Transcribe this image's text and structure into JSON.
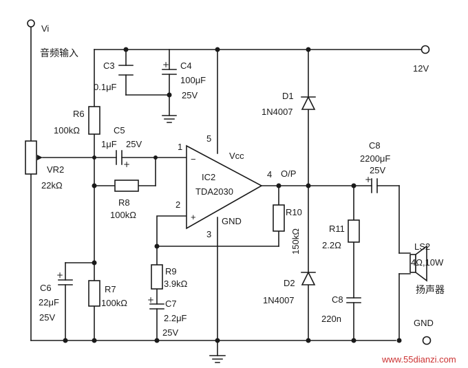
{
  "terminals": {
    "vi": "Vi",
    "vi_caption": "音频输入",
    "supply": "12V",
    "gnd": "GND"
  },
  "ic": {
    "designator": "IC2",
    "part": "TDA2030",
    "vcc": "Vcc",
    "gnd": "GND",
    "output": "O/P",
    "pin1": "1",
    "pin2": "2",
    "pin3": "3",
    "pin4": "4",
    "pin5": "5",
    "minus": "−",
    "plus": "+"
  },
  "components": {
    "c3": {
      "name": "C3",
      "value": "0.1μF"
    },
    "c4": {
      "name": "C4",
      "value": "100μF",
      "rating": "25V"
    },
    "d1": {
      "name": "D1",
      "part": "1N4007"
    },
    "r6": {
      "name": "R6",
      "value": "100kΩ"
    },
    "c5": {
      "name": "C5",
      "value": "1μF",
      "rating": "25V"
    },
    "vr2": {
      "name": "VR2",
      "value": "22kΩ"
    },
    "r8": {
      "name": "R8",
      "value": "100kΩ"
    },
    "r10": {
      "name": "R10",
      "value": "150kΩ"
    },
    "c8_out": {
      "name": "C8",
      "value": "2200μF",
      "rating": "25V"
    },
    "r11": {
      "name": "R11",
      "value": "2.2Ω"
    },
    "c8": {
      "name": "C8",
      "value": "220n"
    },
    "c6": {
      "name": "C6",
      "value": "22μF",
      "rating": "25V"
    },
    "r7": {
      "name": "R7",
      "value": "100kΩ"
    },
    "r9": {
      "name": "R9",
      "value": "3.9kΩ"
    },
    "c7": {
      "name": "C7",
      "value": "2.2μF",
      "rating": "25V"
    },
    "d2": {
      "name": "D2",
      "part": "1N4007"
    },
    "ls2": {
      "name": "LS2",
      "value": "4Ω,10W",
      "caption": "扬声器"
    }
  },
  "polarity": {
    "plus": "+"
  },
  "watermark": "www.55dianzi.com"
}
